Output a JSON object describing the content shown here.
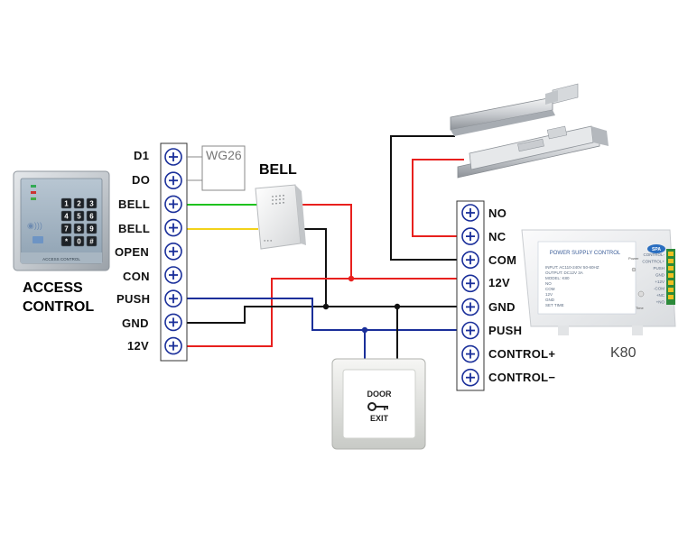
{
  "left_terminals": [
    "D1",
    "DO",
    "BELL",
    "BELL",
    "OPEN",
    "CON",
    "PUSH",
    "GND",
    "12V"
  ],
  "right_terminals": [
    "NO",
    "NC",
    "COM",
    "12V",
    "GND",
    "PUSH",
    "CONTROL+",
    "CONTROL−"
  ],
  "labels": {
    "wiegand": "WG26",
    "bell": "BELL",
    "access_control": [
      "ACCESS",
      "CONTROL"
    ],
    "psu_model": "K80",
    "exit_button": [
      "DOOR",
      "EXIT"
    ],
    "keypad_footer": "ACCESS CONTROL"
  },
  "keypad_keys": [
    "1",
    "2",
    "3",
    "4",
    "5",
    "6",
    "7",
    "8",
    "9",
    "*",
    "0",
    "#"
  ],
  "psu_panel": {
    "title": "POWER SUPPLY CONTROL",
    "brand": "SPA",
    "specs": [
      "INPUT: AC110-240V 50-60HZ",
      "OUTPUT: DC12V 3A",
      "MODEL: K80",
      "NO",
      "COM",
      "12V",
      "GND",
      "SET TIME"
    ],
    "terminals": [
      "CONTROL-",
      "CONTROL+",
      "PUSH",
      "GND",
      "+12V",
      "-COM",
      "+NC",
      "+NO"
    ],
    "indicators": [
      "Power",
      "Time"
    ]
  },
  "colors": {
    "green": "#1fc21f",
    "yellow": "#f2d21a",
    "red": "#e8201e",
    "blue": "#1a2f9a",
    "black": "#111111",
    "terminal_outline": "#1a2f9a"
  }
}
